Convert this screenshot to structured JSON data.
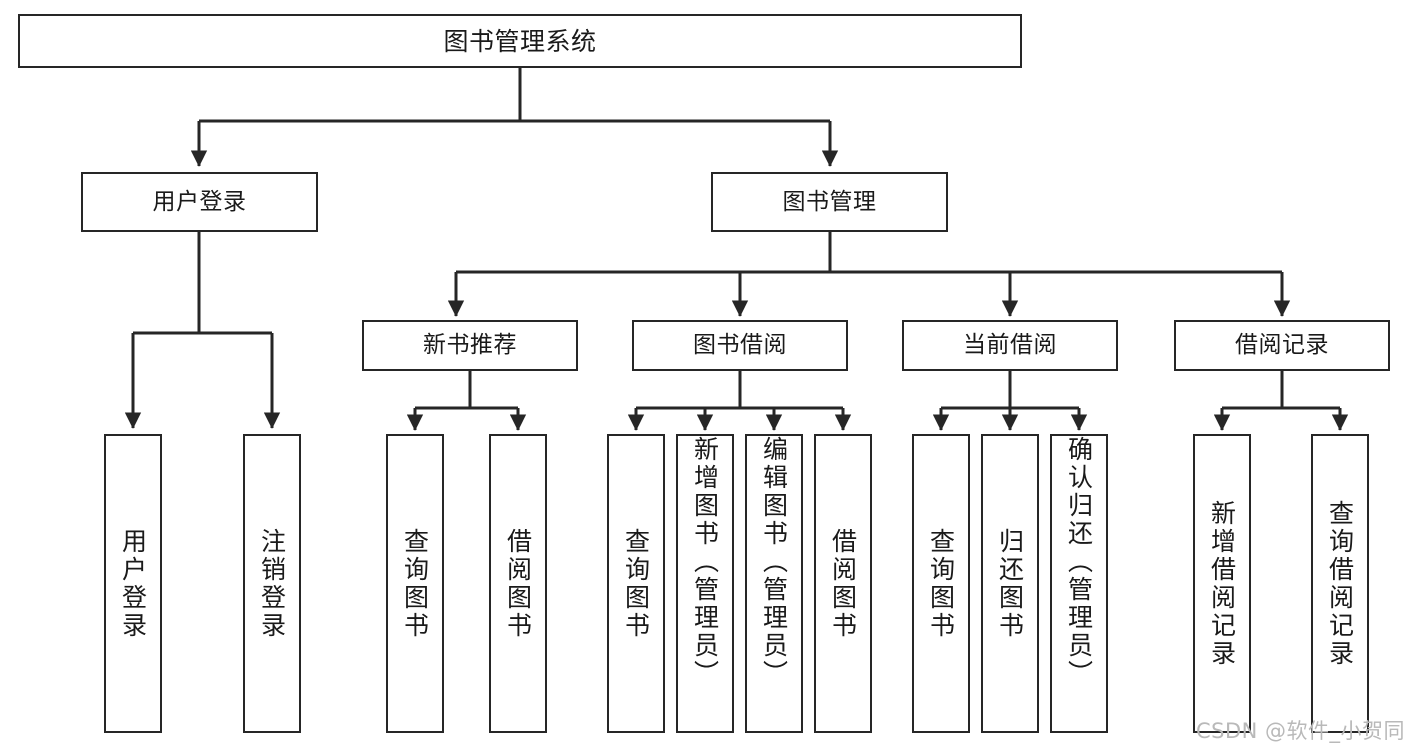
{
  "diagram": {
    "type": "tree-hierarchy",
    "title": "图书管理系统",
    "stroke_color": "#262626",
    "fill_color": "#ffffff",
    "text_color": "#1a1a1a",
    "root": {
      "id": "root",
      "label": "图书管理系统"
    },
    "level2": [
      {
        "id": "user-login",
        "label": "用户登录"
      },
      {
        "id": "book-manage",
        "label": "图书管理"
      }
    ],
    "level3": [
      {
        "id": "new-book-recommend",
        "label": "新书推荐",
        "parent": "book-manage"
      },
      {
        "id": "book-borrow",
        "label": "图书借阅",
        "parent": "book-manage"
      },
      {
        "id": "current-borrow",
        "label": "当前借阅",
        "parent": "book-manage"
      },
      {
        "id": "borrow-record",
        "label": "借阅记录",
        "parent": "book-manage"
      }
    ],
    "leaves": [
      {
        "id": "leaf-user-login",
        "label": "用户登录",
        "parent": "user-login"
      },
      {
        "id": "leaf-user-logout",
        "label": "注销登录",
        "parent": "user-login"
      },
      {
        "id": "leaf-query-book-1",
        "label": "查询图书",
        "parent": "new-book-recommend"
      },
      {
        "id": "leaf-borrow-book-1",
        "label": "借阅图书",
        "parent": "new-book-recommend"
      },
      {
        "id": "leaf-query-book-2",
        "label": "查询图书",
        "parent": "book-borrow"
      },
      {
        "id": "leaf-add-book",
        "label": "新增图书（管理员）",
        "parent": "book-borrow"
      },
      {
        "id": "leaf-edit-book",
        "label": "编辑图书（管理员）",
        "parent": "book-borrow"
      },
      {
        "id": "leaf-borrow-book-2",
        "label": "借阅图书",
        "parent": "book-borrow"
      },
      {
        "id": "leaf-query-book-3",
        "label": "查询图书",
        "parent": "current-borrow"
      },
      {
        "id": "leaf-return-book",
        "label": "归还图书",
        "parent": "current-borrow"
      },
      {
        "id": "leaf-confirm-return",
        "label": "确认归还（管理员）",
        "parent": "current-borrow"
      },
      {
        "id": "leaf-add-record",
        "label": "新增借阅记录",
        "parent": "borrow-record"
      },
      {
        "id": "leaf-query-record",
        "label": "查询借阅记录",
        "parent": "borrow-record"
      }
    ]
  },
  "watermark": {
    "text": "CSDN @软件_小贺同学",
    "color": "#b9b9b9"
  }
}
